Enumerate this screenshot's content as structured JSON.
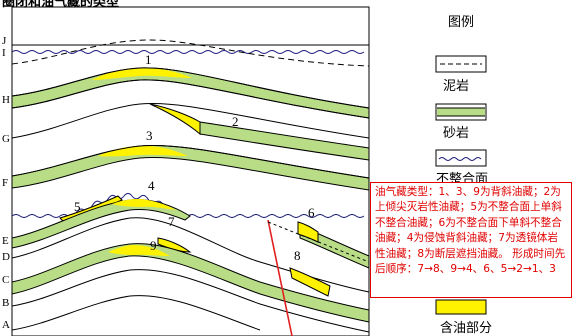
{
  "header": {
    "title": "圈闭和油气藏的类型"
  },
  "layers": [
    "J",
    "I",
    "H",
    "G",
    "F",
    "E",
    "D",
    "C",
    "B",
    "A"
  ],
  "reservoir_numbers": [
    "1",
    "2",
    "3",
    "4",
    "5",
    "6",
    "7",
    "8",
    "9"
  ],
  "legend": {
    "title": "图例",
    "items": [
      {
        "key": "mudstone",
        "label": "泥岩"
      },
      {
        "key": "sandstone",
        "label": "砂岩"
      },
      {
        "key": "unconformity",
        "label": "不整合面"
      },
      {
        "key": "oil_part",
        "label": "含油部分"
      }
    ]
  },
  "note": {
    "text": "油气藏类型：1、3、9为背斜油藏；2为上倾尖灭岩性油藏；5为不整合面上单斜不整合油藏；6为不整合面下单斜不整合油藏；4为侵蚀背斜油藏；7为透镜体岩性油藏；8为断层遮挡油藏。 形成时间先后顺序：7→8、9→4、6、5→2→1、3"
  },
  "colors": {
    "sand": "#b9dd86",
    "oil": "#fff200",
    "fault": "#e02020",
    "annotation": "#e00000",
    "line": "#000000",
    "unconformity": "#1a1a7a"
  }
}
